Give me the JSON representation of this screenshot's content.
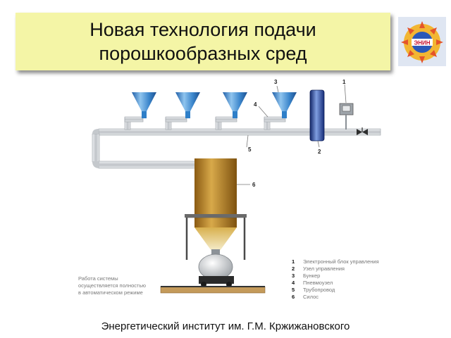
{
  "title": {
    "line1": "Новая технология подачи",
    "line2": "порошкообразных сред"
  },
  "logo": {
    "text": "ЭНИН",
    "icon": "institute-sun-logo-icon"
  },
  "callouts": [
    "1",
    "2",
    "3",
    "4",
    "5",
    "6"
  ],
  "note_lines": [
    "Работа системы",
    "осуществляется полностью",
    "в автоматическом режиме"
  ],
  "legend": [
    {
      "num": "1",
      "text": "Электронный блок управления"
    },
    {
      "num": "2",
      "text": "Узел управления"
    },
    {
      "num": "3",
      "text": "Бункер"
    },
    {
      "num": "4",
      "text": "Пневмоузел"
    },
    {
      "num": "5",
      "text": "Трубопровод"
    },
    {
      "num": "6",
      "text": "Силос"
    }
  ],
  "footer": "Энергетический институт им. Г.М. Кржижановского",
  "colors": {
    "title_bg": "#f4f5a6",
    "hopper_blue": "#2f7fc8",
    "control_unit_blue": "#1f3a8c",
    "silo_gold": "#b8862a",
    "pipe_gray": "#cfd2d6"
  }
}
